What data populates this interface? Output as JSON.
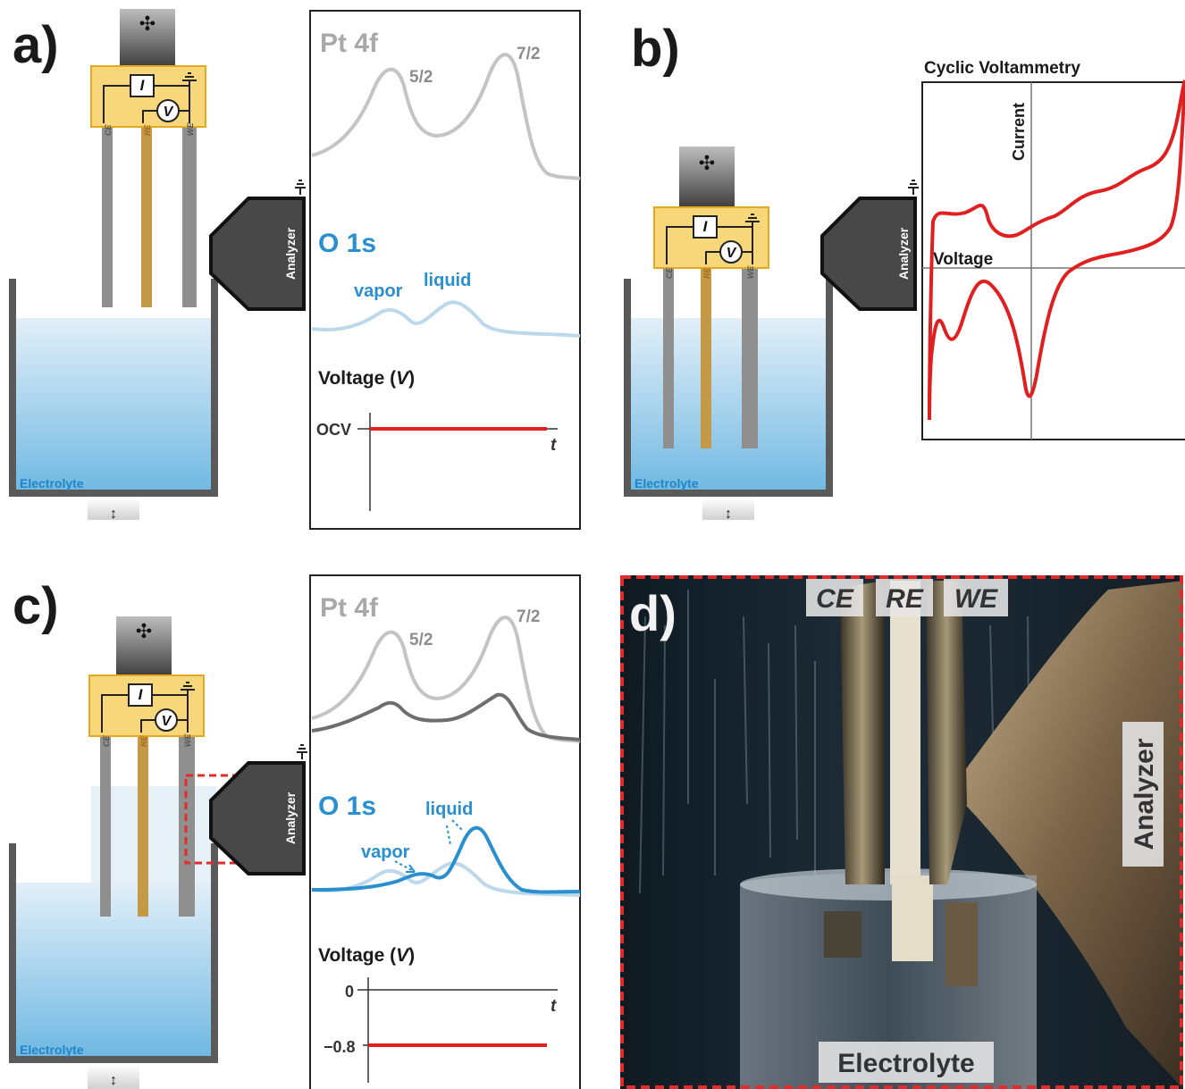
{
  "panels": {
    "a": {
      "label": "a)",
      "electrolyte": "Electrolyte",
      "analyzer": "Analyzer",
      "electrodes": [
        "CE",
        "RE",
        "WE"
      ],
      "meter_current": "I",
      "meter_voltage": "V",
      "pt_title": "Pt 4f",
      "pt_peak1": "5/2",
      "pt_peak2": "7/2",
      "o_title": "O 1s",
      "o_vapor": "vapor",
      "o_liquid": "liquid",
      "voltage_title": "Voltage (",
      "voltage_unit": "V",
      "voltage_close": ")",
      "ocv": "OCV",
      "t": "t"
    },
    "b": {
      "label": "b)",
      "electrolyte": "Electrolyte",
      "analyzer": "Analyzer",
      "electrodes": [
        "CE",
        "RE",
        "WE"
      ],
      "meter_current": "I",
      "meter_voltage": "V",
      "cv_title": "Cyclic Voltammetry",
      "cv_ylabel": "Current",
      "cv_xlabel": "Voltage"
    },
    "c": {
      "label": "c)",
      "electrolyte": "Electrolyte",
      "analyzer": "Analyzer",
      "electrodes": [
        "CE",
        "RE",
        "WE"
      ],
      "meter_current": "I",
      "meter_voltage": "V",
      "pt_title": "Pt 4f",
      "pt_peak1": "5/2",
      "pt_peak2": "7/2",
      "o_title": "O 1s",
      "o_vapor": "vapor",
      "o_liquid": "liquid",
      "voltage_title": "Voltage (",
      "voltage_unit": "V",
      "voltage_close": ")",
      "tick_zero": "0",
      "tick_neg": "−0.8",
      "t": "t"
    },
    "d": {
      "label": "d)",
      "ce": "CE",
      "re": "RE",
      "we": "WE",
      "analyzer": "Analyzer",
      "electrolyte": "Electrolyte"
    }
  },
  "colors": {
    "red": "#e02020",
    "blue": "#2a8fcf",
    "pale_blue": "#bcd8ea",
    "gray_curve": "#c4c4c4",
    "dark_gray_curve": "#6e6e6e",
    "yellow": "#f8d67a",
    "analyzer": "#484848",
    "dashed_red": "#e32b2b"
  }
}
